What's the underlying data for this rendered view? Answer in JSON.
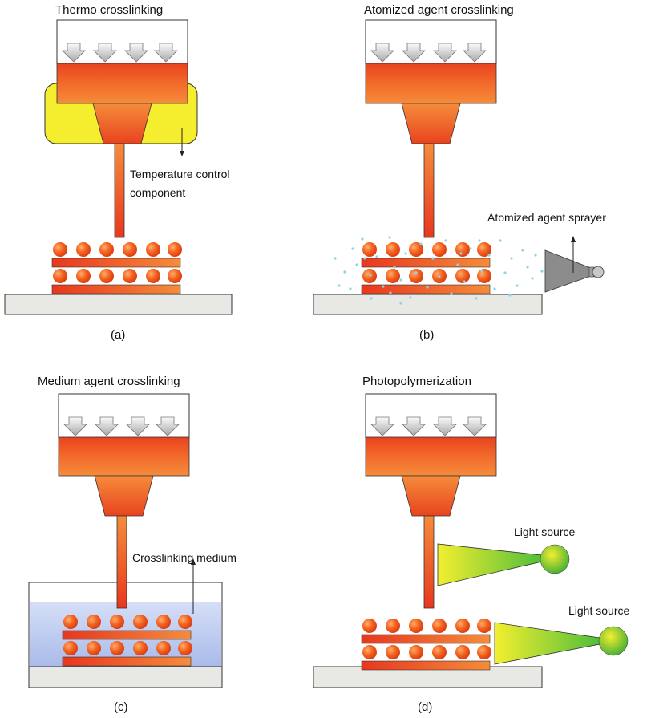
{
  "panels": {
    "a": {
      "title": "Thermo crosslinking",
      "annotation_line1": "Temperature control",
      "annotation_line2": "component",
      "caption": "(a)"
    },
    "b": {
      "title": "Atomized agent crosslinking",
      "annotation": "Atomized agent sprayer",
      "caption": "(b)"
    },
    "c": {
      "title": "Medium agent crosslinking",
      "annotation": "Crosslinking medium",
      "caption": "(c)"
    },
    "d": {
      "title": "Photopolymerization",
      "annotation_upper": "Light source",
      "annotation_lower": "Light source",
      "caption": "(d)"
    }
  },
  "colors": {
    "extrudate": "#f0622a",
    "extrudate_light": "#f58a3c",
    "heater": "#f4ee2f",
    "substrate": "#e8e8e4",
    "spray_dots": "#8fd3e8",
    "medium": "#b9c9f0",
    "sprayer": "#8c8c8c"
  }
}
